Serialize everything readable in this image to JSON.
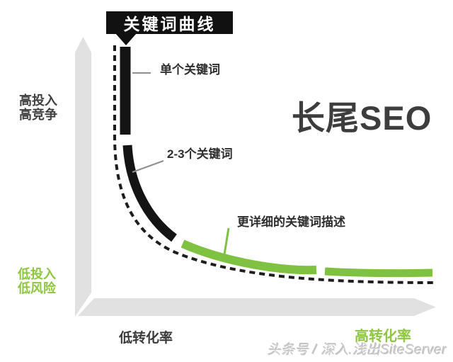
{
  "flag": {
    "label": "关键词曲线"
  },
  "hero_label": "长尾SEO",
  "y_axis": {
    "top_label_line1": "高投入",
    "top_label_line2": "高竞争",
    "bottom_label_line1": "低投入",
    "bottom_label_line2": "低风险"
  },
  "x_axis": {
    "left_label": "低转化率",
    "right_label": "高转化率"
  },
  "annotations": {
    "single_keyword": "单个关键词",
    "two_three_keywords": "2-3个关键词",
    "detailed_keywords": "更详细的关键词描述"
  },
  "watermark": "头条号 / 深入.浅出SiteServer",
  "colors": {
    "curve_black": "#141414",
    "curve_green": "#7fc241",
    "green_text": "#8dc63f",
    "axis_gray": "#e1e1e1",
    "dashed_line": "#1d1d1d",
    "leader_gray": "#8f8f8f",
    "dark_text": "#3d3d3d",
    "watermark_gray": "#cbcbcb"
  }
}
